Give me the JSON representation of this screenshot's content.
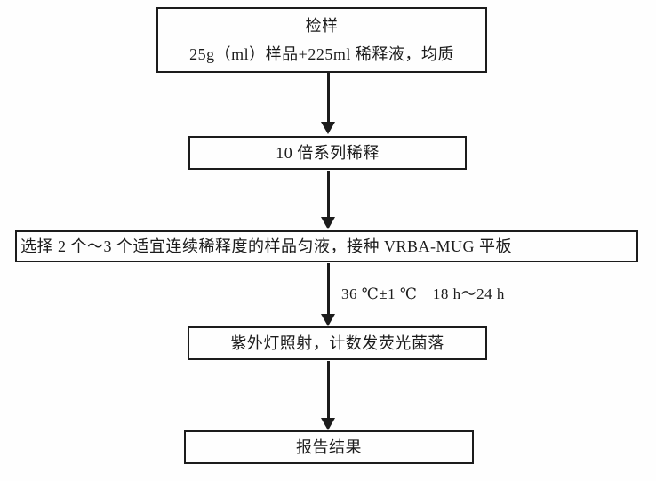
{
  "flowchart": {
    "step1": {
      "title": "检样",
      "detail": "25g（ml）样品+225ml 稀释液，均质"
    },
    "step2": {
      "label": "10 倍系列稀释"
    },
    "step3": {
      "label": "选择 2 个～3 个适宜连续稀释度的样品匀液，接种 VRBA-MUG 平板"
    },
    "incubation_label": "36 ℃±1 ℃　18 h～24 h",
    "step4": {
      "label": "紫外灯照射，计数发荧光菌落"
    },
    "step5": {
      "label": "报告结果"
    }
  },
  "colors": {
    "ink": "#1c1c1c",
    "background": "#fefefe"
  }
}
